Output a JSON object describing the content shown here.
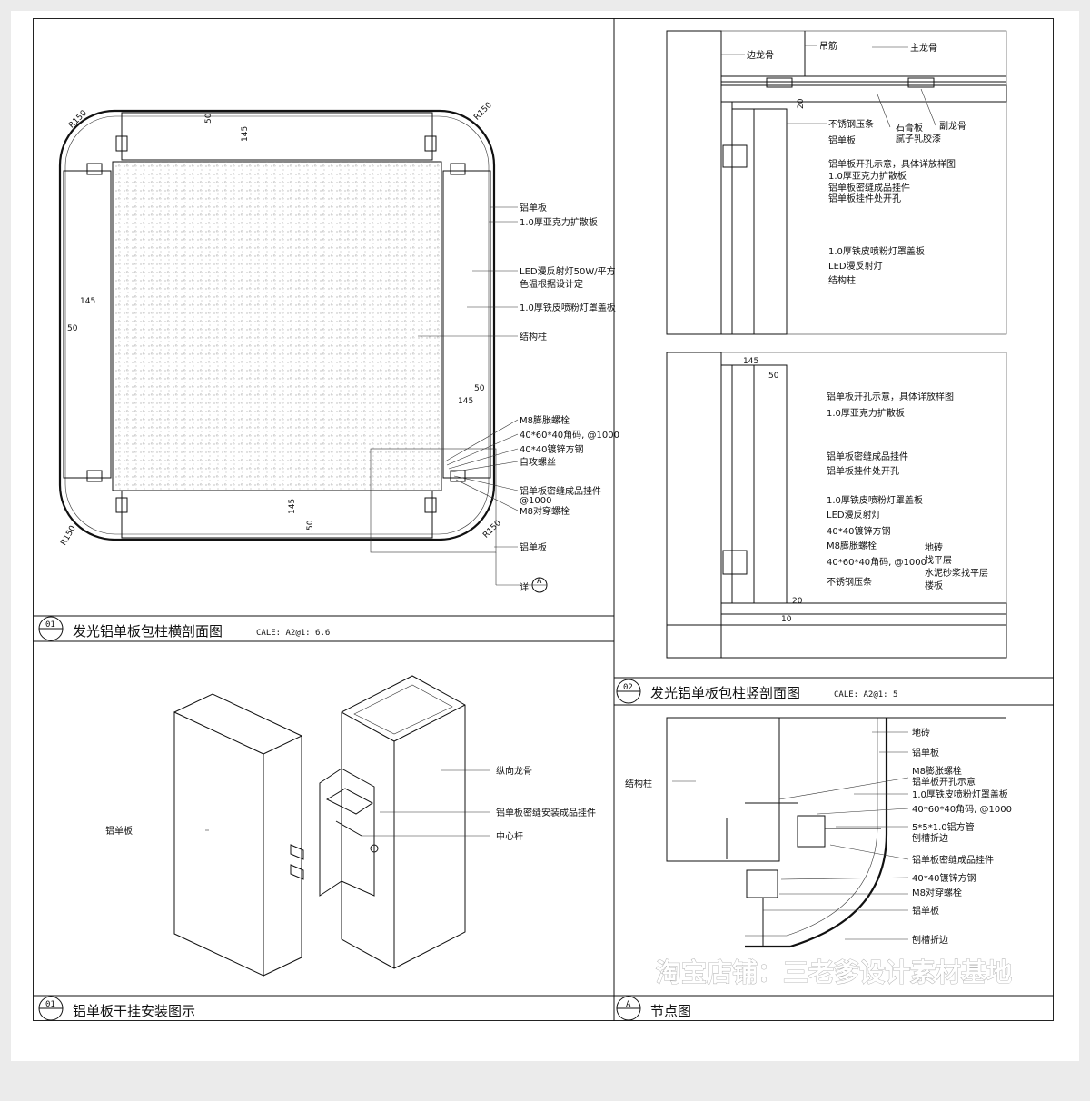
{
  "panels": {
    "p1": {
      "badge": "01",
      "title": "发光铝单板包柱横剖面图",
      "scale": "CALE: A2@1: 6.6",
      "labels": [
        "铝单板",
        "1.0厚亚克力扩散板",
        "LED漫反射灯50W/平方",
        "色温根据设计定",
        "1.0厚铁皮喷粉灯罩盖板",
        "结构柱",
        "M8膨胀螺栓",
        "40*60*40角码, @1000",
        "40*40镀锌方钢",
        "自攻螺丝",
        "铝单板密缝成品挂件",
        "@1000",
        "M8对穿螺栓",
        "铝单板"
      ],
      "detail_ref": "详",
      "detail_mark": "A",
      "dims": [
        "R150",
        "R150",
        "R150",
        "R150",
        "50",
        "145",
        "145",
        "50",
        "145",
        "50",
        "145",
        "50"
      ]
    },
    "p2": {
      "badge": "02",
      "title": "发光铝单板包柱竖剖面图",
      "scale": "CALE: A2@1: 5",
      "top_labels": [
        "边龙骨",
        "吊筋",
        "主龙骨",
        "不锈钢压条",
        "石膏板",
        "腻子乳胶漆",
        "副龙骨",
        "铝单板",
        "铝单板开孔示意，具体详放样图",
        "1.0厚亚克力扩散板",
        "铝单板密缝成品挂件",
        "铝单板挂件处开孔",
        "1.0厚铁皮喷粉灯罩盖板",
        "LED漫反射灯",
        "结构柱"
      ],
      "bottom_labels": [
        "铝单板开孔示意，具体详放样图",
        "1.0厚亚克力扩散板",
        "铝单板密缝成品挂件",
        "铝单板挂件处开孔",
        "1.0厚铁皮喷粉灯罩盖板",
        "LED漫反射灯",
        "40*40镀锌方钢",
        "M8膨胀螺栓",
        "40*60*40角码, @1000",
        "不锈钢压条",
        "地砖",
        "找平层",
        "水泥砂浆找平层",
        "楼板"
      ],
      "dims": [
        "20",
        "145",
        "50",
        "20",
        "10"
      ]
    },
    "p3": {
      "badge": "01",
      "title": "铝单板干挂安装图示",
      "labels": [
        "铝单板",
        "纵向龙骨",
        "铝单板密缝安装成品挂件",
        "中心杆"
      ]
    },
    "p4": {
      "badge": "A",
      "title": "节点图",
      "labels": [
        "地砖",
        "铝单板",
        "M8膨胀螺栓",
        "铝单板开孔示意",
        "1.0厚铁皮喷粉灯罩盖板",
        "40*60*40角码, @1000",
        "5*5*1.0铝方管",
        "刨槽折边",
        "铝单板密缝成品挂件",
        "40*40镀锌方钢",
        "M8对穿螺栓",
        "铝单板",
        "刨槽折边"
      ],
      "left_label": "结构柱"
    }
  },
  "watermark": "淘宝店铺：三老爹设计素材基地",
  "colors": {
    "ink": "#111111",
    "sheet": "#ffffff",
    "background": "#ebebeb"
  }
}
